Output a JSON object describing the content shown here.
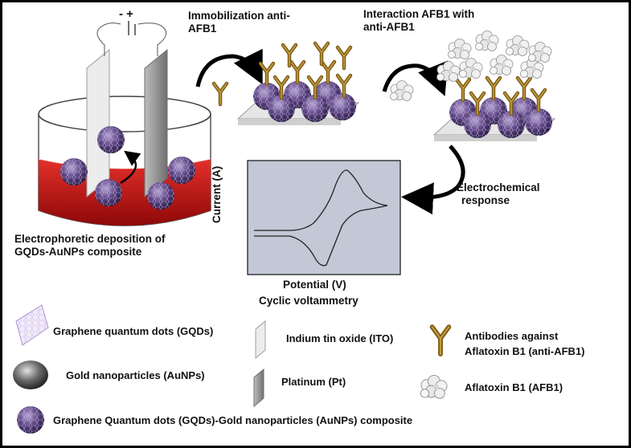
{
  "polarity": "- +",
  "steps": {
    "immobilization": [
      "Immobilization anti-",
      "AFB1"
    ],
    "interaction": [
      "Interaction AFB1 with",
      "anti-AFB1"
    ],
    "electrochemical": [
      "Electrochemical",
      "response"
    ],
    "deposition": [
      "Electrophoretic deposition of",
      "GQDs-AuNPs composite"
    ]
  },
  "plot": {
    "ylabel": "Current (A)",
    "xlabel": "Potential (V)",
    "caption": "Cyclic voltammetry",
    "bg_color": "#c3c8d6"
  },
  "legend": {
    "gqds": "Graphene quantum dots (GQDs)",
    "auNPs": "Gold nanoparticles (AuNPs)",
    "composite": "Graphene Quantum dots (GQDs)-Gold nanoparticles (AuNPs) composite",
    "ito": "Indium tin oxide (ITO)",
    "pt": "Platinum (Pt)",
    "antibody": [
      "Antibodies against",
      "Aflatoxin B1 (anti-AFB1)"
    ],
    "afb1": "Aflatoxin B1 (AFB1)"
  },
  "colors": {
    "solution": "#c81010",
    "composite": "#5a4478",
    "antibody": "#8a6a1e",
    "ito": "#e8e8ea",
    "platinum": "#9a9a9a"
  }
}
